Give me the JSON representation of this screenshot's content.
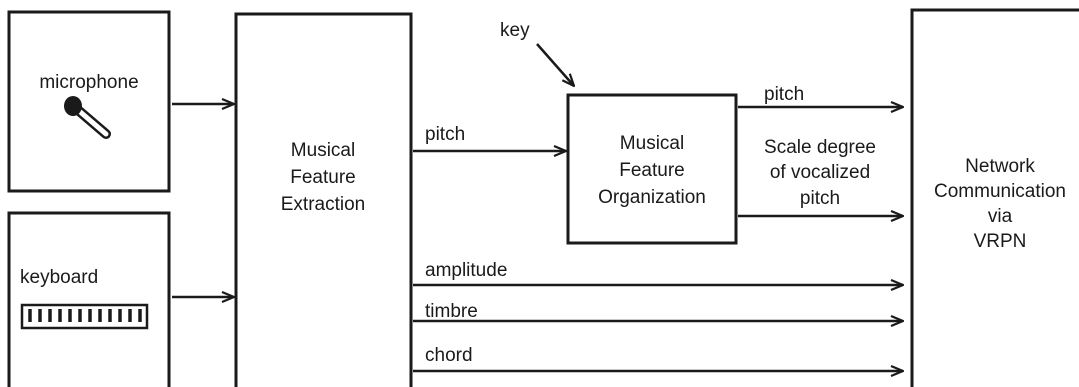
{
  "boxes": {
    "microphone": {
      "label": "microphone"
    },
    "keyboard": {
      "label": "keyboard"
    },
    "extraction": {
      "lines": [
        "Musical",
        "Feature",
        "Extraction"
      ]
    },
    "organization": {
      "lines": [
        "Musical",
        "Feature",
        "Organization"
      ]
    },
    "network": {
      "lines": [
        "Network",
        "Communication",
        "via",
        "VRPN"
      ]
    }
  },
  "signals": {
    "key": "key",
    "pitch_in": "pitch",
    "pitch_out": "pitch",
    "scale_degree": [
      "Scale degree",
      "of vocalized",
      "pitch"
    ],
    "amplitude": "amplitude",
    "timbre": "timbre",
    "chord": "chord"
  },
  "icons": {
    "microphone": "microphone-icon",
    "keyboard": "piano-keyboard-icon"
  }
}
